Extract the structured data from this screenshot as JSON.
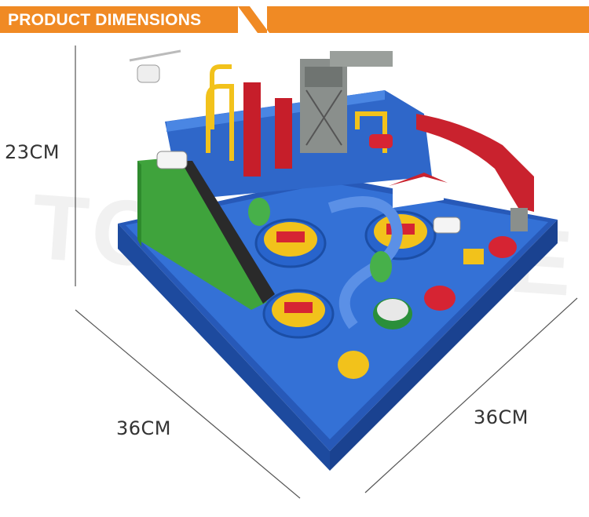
{
  "banner": {
    "title": "PRODUCT DIMENSIONS",
    "color": "#f08a24"
  },
  "dimensions": {
    "height": "23CM",
    "width": "36CM",
    "depth": "36CM"
  },
  "watermark": "TOYSBASE",
  "product": {
    "primary_color": "#2e66c9",
    "icon": "toy-car-race-track-playset"
  }
}
